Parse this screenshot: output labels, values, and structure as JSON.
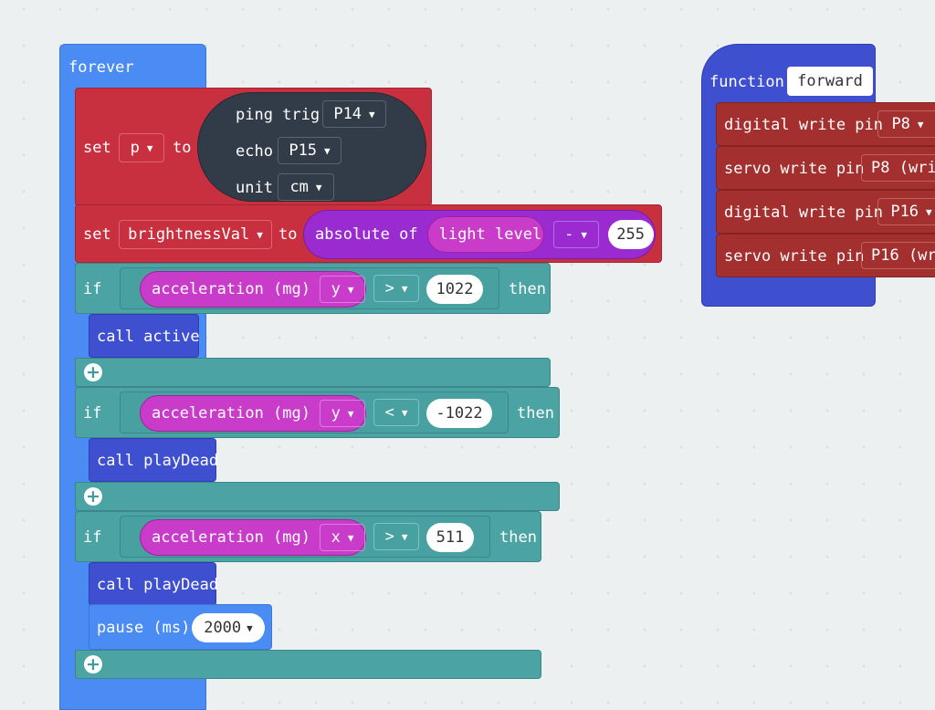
{
  "forever_block": {
    "label": "forever",
    "set_p": {
      "set": "set",
      "var": "p",
      "to": "to",
      "ping": {
        "trig_label": "ping trig",
        "trig_pin": "P14",
        "echo_label": "echo",
        "echo_pin": "P15",
        "unit_label": "unit",
        "unit_value": "cm"
      }
    },
    "set_brightness": {
      "set": "set",
      "var": "brightnessVal",
      "to": "to",
      "abs_label": "absolute of",
      "light_level": "light level",
      "op": "-",
      "value": "255"
    },
    "if1": {
      "if": "if",
      "sensor": "acceleration (mg)",
      "axis": "y",
      "op": ">",
      "value": "1022",
      "then": "then",
      "call": "call active"
    },
    "if2": {
      "if": "if",
      "sensor": "acceleration (mg)",
      "axis": "y",
      "op": "<",
      "value": "-1022",
      "then": "then",
      "call": "call playDead"
    },
    "if3": {
      "if": "if",
      "sensor": "acceleration (mg)",
      "axis": "x",
      "op": ">",
      "value": "511",
      "then": "then",
      "call": "call playDead",
      "pause_label": "pause (ms)",
      "pause_value": "2000"
    }
  },
  "function_block": {
    "label": "function",
    "name": "forward",
    "rows": [
      {
        "label": "digital write pin",
        "pin": "P8"
      },
      {
        "label": "servo write pin",
        "pin": "P8 (wri"
      },
      {
        "label": "digital write pin",
        "pin": "P16"
      },
      {
        "label": "servo write pin",
        "pin": "P16 (wr"
      }
    ]
  },
  "icons": {
    "add": "plus-circle-icon",
    "dropdown": "caret-down-icon"
  },
  "colors": {
    "workspace": "#ecf0f1",
    "loops": "#4a8cf4",
    "variables": "#c8303f",
    "sonar": "#323b48",
    "logic": "#4ba3a3",
    "input": "#c93cc9",
    "math": "#9a2bd0",
    "functions": "#3e4fd0",
    "pins": "#a3302e"
  }
}
